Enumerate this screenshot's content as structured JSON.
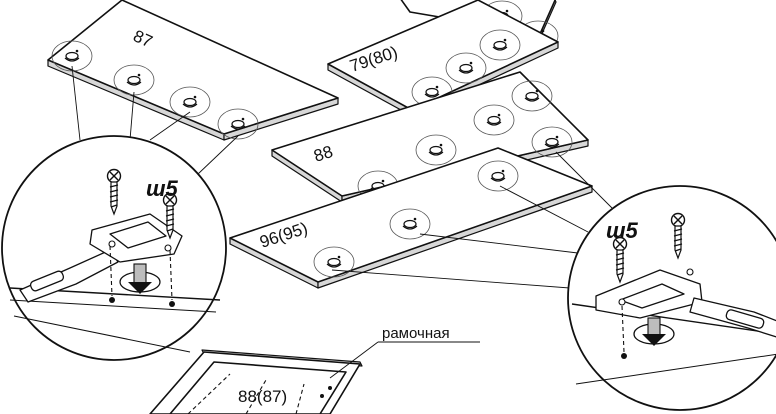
{
  "panels": [
    {
      "id": "top",
      "label": ""
    },
    {
      "id": "p87",
      "label": "87"
    },
    {
      "id": "p79",
      "label": "79(80)"
    },
    {
      "id": "p88",
      "label": "88"
    },
    {
      "id": "p96",
      "label": "96(95)"
    }
  ],
  "screw_left": {
    "label": "ш5",
    "icon": "screw-icon"
  },
  "screw_right": {
    "label": "ш5",
    "icon": "screw-icon"
  },
  "hinge_icon": "cup-hinge-icon",
  "frame": {
    "label": "88(87)",
    "callout": "рамочная"
  }
}
